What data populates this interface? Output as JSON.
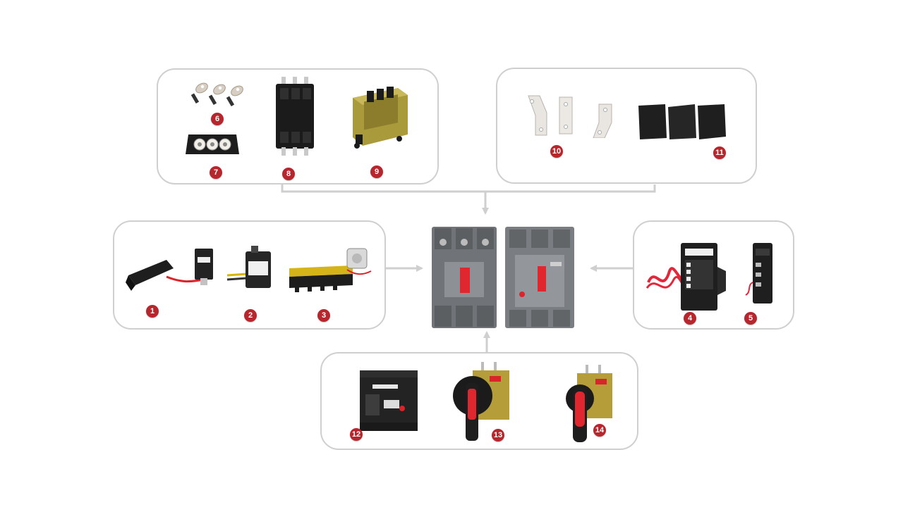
{
  "colors": {
    "badge": "#b7262c",
    "panel_border": "#cfcfcf",
    "connector": "#cfcfcf",
    "handle_red": "#e0262f",
    "breaker_grey": "#6f7276"
  },
  "panels": {
    "top_left": {
      "items": [
        {
          "num": "6",
          "icon": "copper-lug-terminals-icon"
        },
        {
          "num": "7",
          "icon": "terminal-cover-block-icon"
        },
        {
          "num": "8",
          "icon": "rear-connection-base-icon"
        },
        {
          "num": "9",
          "icon": "plug-in-withdrawable-base-icon"
        }
      ]
    },
    "top_right": {
      "items": [
        {
          "num": "10",
          "icon": "extension-busbar-icon"
        },
        {
          "num": "11",
          "icon": "phase-barrier-plates-icon"
        }
      ]
    },
    "middle_left": {
      "items": [
        {
          "num": "1",
          "icon": "shunt-trip-coil-icon"
        },
        {
          "num": "2",
          "icon": "auxiliary-contact-icon"
        },
        {
          "num": "3",
          "icon": "undervoltage-release-icon"
        }
      ]
    },
    "middle_right": {
      "items": [
        {
          "num": "4",
          "icon": "alarm-contact-module-icon"
        },
        {
          "num": "5",
          "icon": "auxiliary-alarm-module-icon"
        }
      ]
    },
    "bottom": {
      "items": [
        {
          "num": "12",
          "icon": "motor-operating-mechanism-icon"
        },
        {
          "num": "13",
          "icon": "rotary-handle-icon"
        },
        {
          "num": "14",
          "icon": "extended-rotary-handle-icon"
        }
      ]
    }
  },
  "center": {
    "breakers": [
      "molded-case-circuit-breaker-icon",
      "molded-case-circuit-breaker-front-icon"
    ]
  }
}
